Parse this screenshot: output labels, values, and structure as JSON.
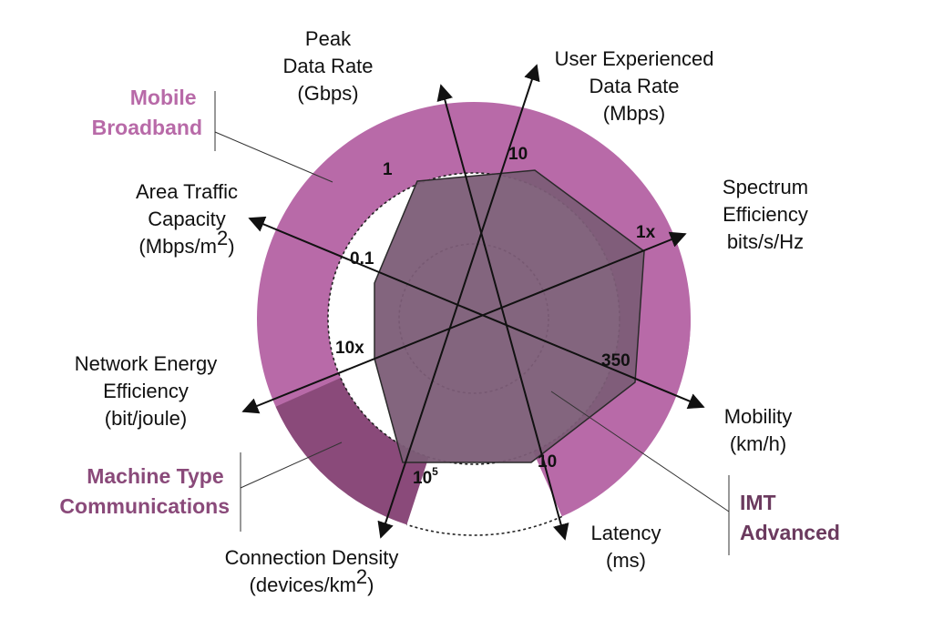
{
  "colors": {
    "mobile_broadband": "#b86aa8",
    "machine_type": "#8a4a7a",
    "imt_advanced": "#6b3a5e",
    "polygon_fill": "#7c5d77",
    "polygon_stroke": "#2a2a2a",
    "axis": "#111111",
    "dotted": "#222222",
    "mobile_broadband_text": "#b86aa8",
    "machine_type_text": "#8a4a7a",
    "imt_advanced_text": "#6b3a5e"
  },
  "axes": [
    {
      "key": "peak",
      "lines": [
        "Peak",
        "Data Rate",
        "(Gbps)"
      ],
      "tick": "1"
    },
    {
      "key": "user",
      "lines": [
        "User Experienced",
        "Data Rate",
        "(Mbps)"
      ],
      "tick": "10"
    },
    {
      "key": "spectrum",
      "lines": [
        "Spectrum",
        "Efficiency",
        "bits/s/Hz"
      ],
      "tick": "1x"
    },
    {
      "key": "mobility",
      "lines": [
        "Mobility",
        "(km/h)"
      ],
      "tick": "350"
    },
    {
      "key": "latency",
      "lines": [
        "Latency",
        "(ms)"
      ],
      "tick": "10"
    },
    {
      "key": "connection",
      "lines": [
        "Connection Density",
        "(devices/km",
        "2",
        ")"
      ],
      "tick": "10",
      "tick_sup": "5"
    },
    {
      "key": "energy",
      "lines": [
        "Network Energy",
        "Efficiency",
        "(bit/joule)"
      ],
      "tick": "10x"
    },
    {
      "key": "traffic",
      "lines": [
        "Area Traffic",
        "Capacity",
        "(Mbps/m",
        "2",
        ")"
      ],
      "tick": "0.1"
    }
  ],
  "legend": {
    "mobile_broadband": [
      "Mobile",
      "Broadband"
    ],
    "machine_type": [
      "Machine Type",
      "Communications"
    ],
    "imt_advanced": [
      "IMT",
      "Advanced"
    ]
  }
}
